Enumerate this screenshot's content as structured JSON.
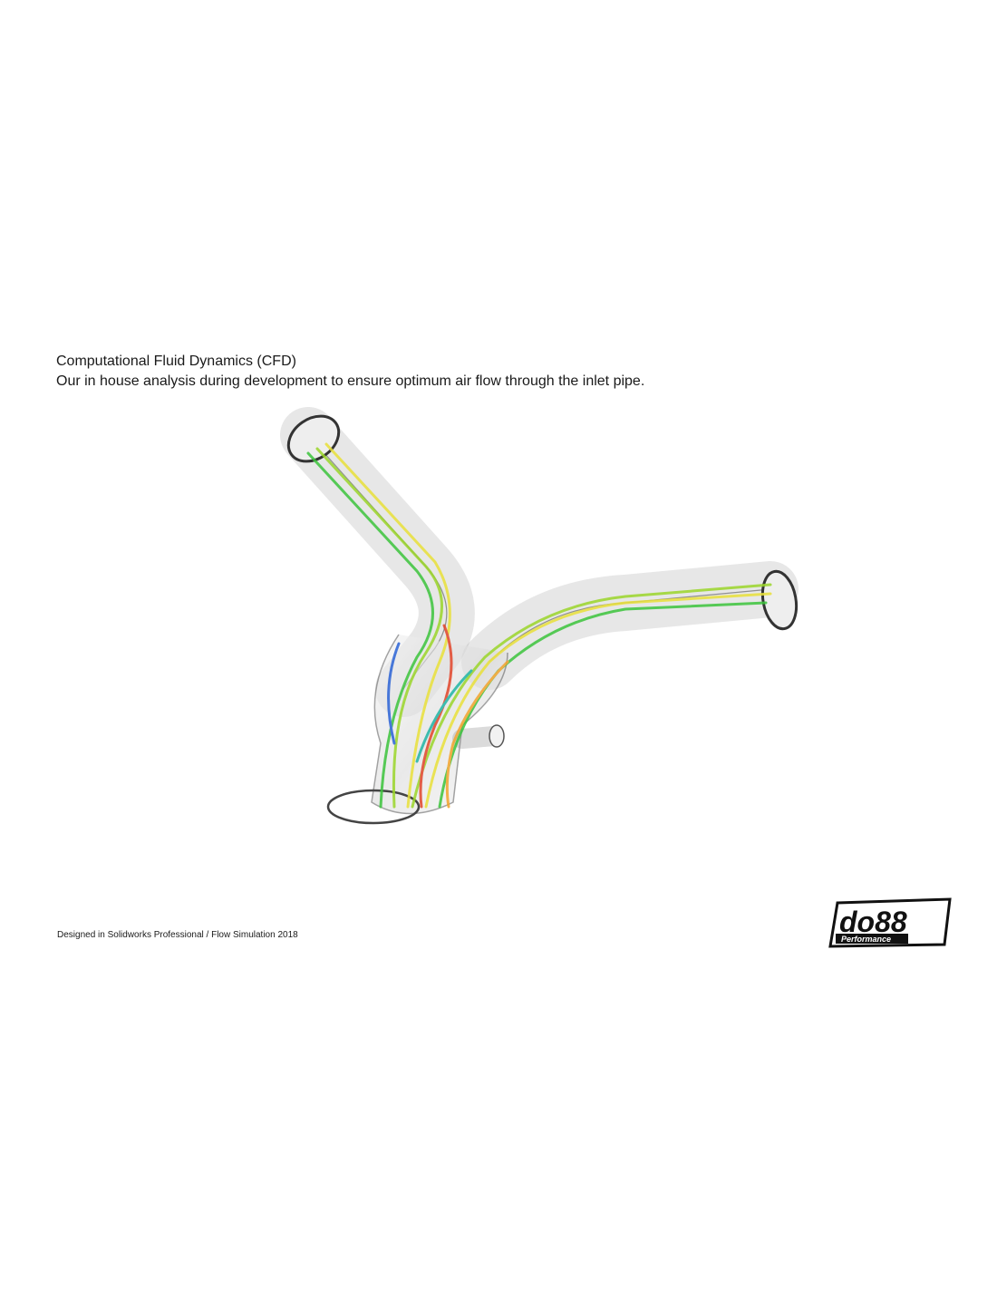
{
  "heading": {
    "title": "Computational Fluid Dynamics (CFD)",
    "subtitle": "Our in house analysis during development to ensure optimum air flow through the inlet pipe."
  },
  "figure": {
    "description_icon": "cfd-flow-render",
    "flow_colors": [
      "#2b63d6",
      "#1fb5a5",
      "#3cc43c",
      "#9bd62a",
      "#e9e13a",
      "#f2a42c",
      "#e2452a"
    ]
  },
  "footer": {
    "credit": "Designed in Solidworks Professional / Flow Simulation 2018"
  },
  "logo": {
    "brand": "do88",
    "tagline": "Performance"
  }
}
